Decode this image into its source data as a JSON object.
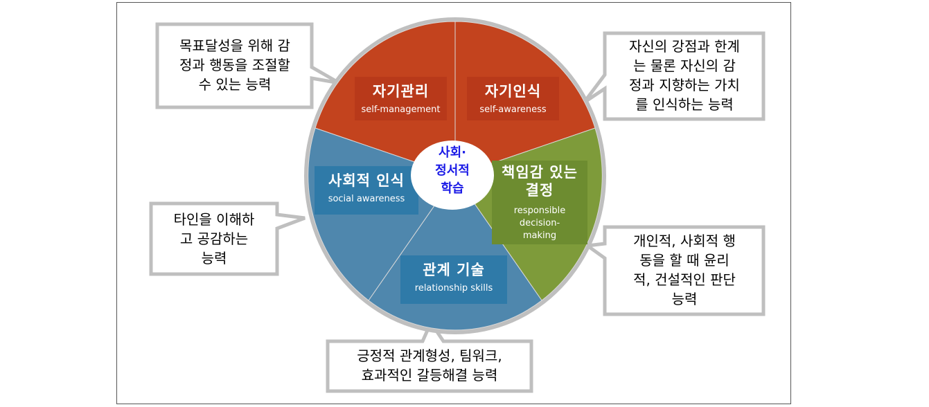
{
  "title": "사회·정서적 학습",
  "center_label_lines": [
    "사회·",
    "정서적",
    "학습"
  ],
  "segments": [
    {
      "id": "self-management",
      "ko": "자기관리",
      "en": "self-management",
      "color": "#c3431e"
    },
    {
      "id": "self-awareness",
      "ko": "자기인식",
      "en": "self-awareness",
      "color": "#c3431e"
    },
    {
      "id": "responsible-decision-making",
      "ko_lines": [
        "책임감 있는",
        "결정"
      ],
      "en_lines": [
        "responsible",
        "decision-",
        "making"
      ],
      "color": "#7e9b3a"
    },
    {
      "id": "relationship-skills",
      "ko": "관계 기술",
      "en": "relationship skills",
      "color": "#4f87ad"
    },
    {
      "id": "social-awareness",
      "ko": "사회적 인식",
      "en": "social awareness",
      "color": "#4f87ad"
    }
  ],
  "callouts": {
    "self_management": [
      "목표달성을 위해 감",
      "정과 행동을 조절할",
      "수 있는 능력"
    ],
    "self_awareness": [
      "자신의 강점과 한계",
      "는 물론 자신의 감",
      "정과 지향하는 가치",
      "를 인식하는 능력"
    ],
    "decision_making": [
      "개인적, 사회적 행",
      "동을 할 때 윤리",
      "적, 건설적인 판단",
      "능력"
    ],
    "relationship": [
      "긍정적 관계형성, 팀워크,",
      "효과적인 갈등해결 능력"
    ],
    "social_awareness": [
      "타인을 이해하",
      "고 공감하는",
      "능력"
    ]
  },
  "colors": {
    "red": "#c3431e",
    "green": "#7e9b3a",
    "blue": "#4f87ad",
    "label_red": "#b8391a",
    "label_green": "#6d8c30",
    "label_blue": "#2f7aa8",
    "rim": "#bfbfbf",
    "center_text": "#1a1ae6"
  }
}
